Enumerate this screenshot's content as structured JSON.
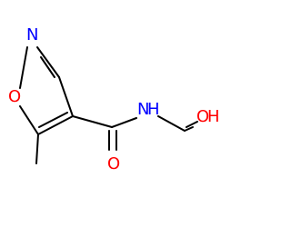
{
  "molecule": {
    "atoms": {
      "ring_n": {
        "label": "N",
        "color": "#0000ff"
      },
      "ring_o": {
        "label": "O",
        "color": "#ff0000"
      },
      "amide_n": {
        "label": "N",
        "color": "#0000ff"
      },
      "amide_h": {
        "label": "H",
        "color": "#0000ff"
      },
      "carbonyl_o": {
        "label": "O",
        "color": "#ff0000"
      },
      "hydroxyl_o": {
        "label": "O",
        "color": "#ff0000"
      },
      "hydroxyl_h": {
        "label": "H",
        "color": "#ff0000"
      }
    },
    "bond_color": "#000000",
    "background": "#ffffff"
  }
}
